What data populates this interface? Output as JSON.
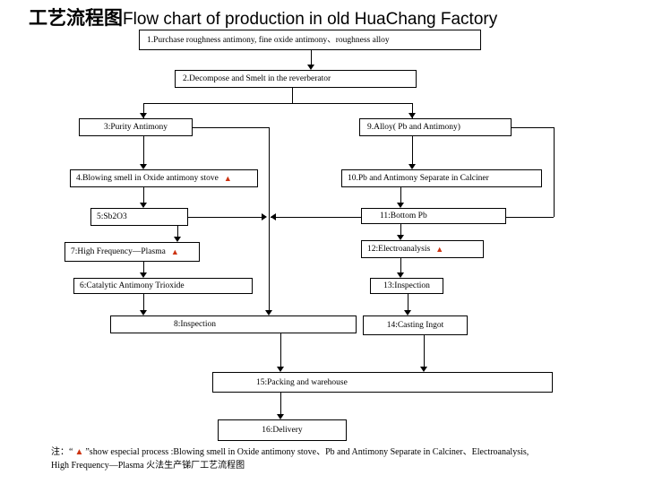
{
  "title": {
    "zh": "工艺流程图",
    "en": "Flow chart of production in old HuaChang Factory"
  },
  "marker_glyph": "▲",
  "colors": {
    "marker": "#cc3311",
    "line": "#000000",
    "text": "#000000",
    "background": "#ffffff"
  },
  "nodes": [
    {
      "label": "1.Purchase roughness antimony, fine oxide antimony、roughness alloy"
    },
    {
      "label": "2.Decompose and Smelt in the reverberator"
    },
    {
      "label": "3:Purity Antimony"
    },
    {
      "label": "4.Blowing smell in Oxide antimony stove"
    },
    {
      "label": "5:Sb2O3"
    },
    {
      "label": "6:Catalytic Antimony Trioxide"
    },
    {
      "label": "7:High Frequency—Plasma"
    },
    {
      "label": "8:Inspection"
    },
    {
      "label": "9.Alloy( Pb and Antimony)"
    },
    {
      "label": "10.Pb and Antimony Separate in Calciner"
    },
    {
      "label": "11:Bottom Pb"
    },
    {
      "label": "12:Electroanalysis"
    },
    {
      "label": "13:Inspection"
    },
    {
      "label": "14:Casting Ingot"
    },
    {
      "label": "15:Packing and warehouse"
    },
    {
      "label": "16:Delivery"
    }
  ],
  "note": {
    "line1_prefix": "注：“",
    "line1_marker": "▲",
    "line1_text": "”show especial process :Blowing smell in Oxide antimony stove、Pb and Antimony Separate in Calciner、Electroanalysis,",
    "line2_text": "High Frequency—Plasma 火法生产锑厂工艺流程图"
  }
}
